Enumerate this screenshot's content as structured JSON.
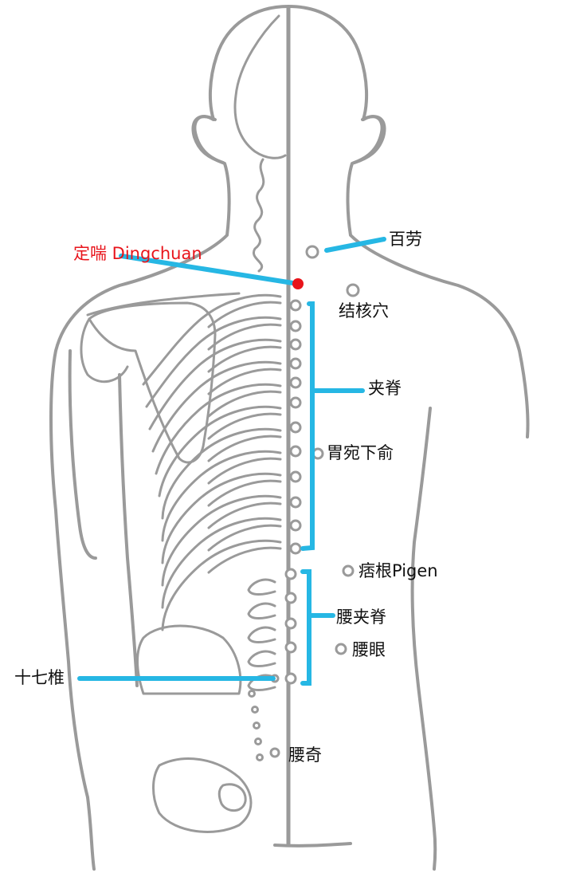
{
  "colors": {
    "outline": "#9a9a9a",
    "leader": "#26b7e4",
    "highlight_point": "#e8141b",
    "label": "#111111",
    "highlight_label": "#e8141b"
  },
  "labels": {
    "dingchuan": "定喘 Dingchuan",
    "bailao": "百劳",
    "jiehexue": "结核穴",
    "jiaji": "夹脊",
    "weiwanxiashu": "胃宛下俞",
    "pigen": "痞根Pigen",
    "yaojiaji": "腰夹脊",
    "yaoyan": "腰眼",
    "shiqizhui": "十七椎",
    "yaoqi": "腰奇"
  }
}
